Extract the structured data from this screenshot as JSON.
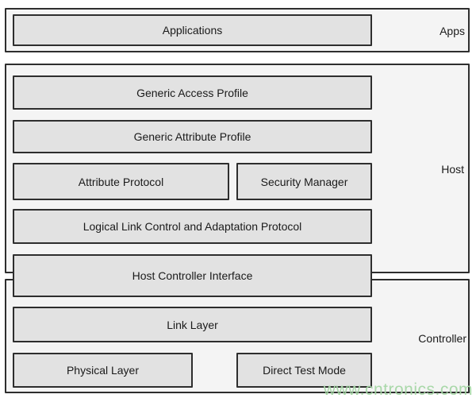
{
  "colors": {
    "page_bg": "#ffffff",
    "container_fill": "#f4f4f4",
    "box_fill": "#e2e2e2",
    "border": "#2e2e2e",
    "text": "#1a1a1a",
    "watermark": "#a5d7a5"
  },
  "sections": {
    "apps_label": "Apps",
    "host_label": "Host",
    "controller_label": "Controller"
  },
  "boxes": {
    "applications": "Applications",
    "generic_access_profile": "Generic Access Profile",
    "generic_attribute_profile": "Generic Attribute Profile",
    "attribute_protocol": "Attribute Protocol",
    "security_manager": "Security Manager",
    "l2cap": "Logical Link Control and Adaptation Protocol",
    "hci": "Host Controller Interface",
    "link_layer": "Link Layer",
    "physical_layer": "Physical Layer",
    "direct_test_mode": "Direct Test Mode"
  },
  "watermark": {
    "text": "www.cntronics.com"
  }
}
